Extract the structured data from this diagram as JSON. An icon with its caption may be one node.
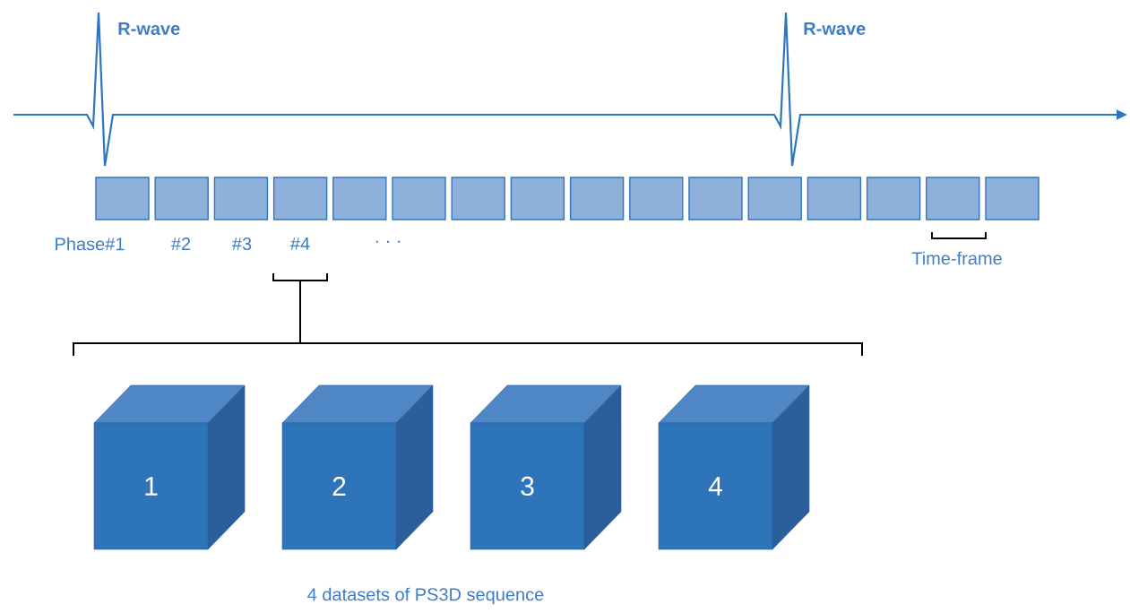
{
  "diagram": {
    "caption": "4 datasets of PS3D sequence",
    "nodes": [
      {
        "text": [],
        "shape": "box"
      },
      {
        "text": [],
        "shape": "box"
      },
      {
        "text": [],
        "shape": "box"
      },
      {
        "text": [],
        "shape": "box"
      },
      {
        "text": [],
        "shape": "box"
      },
      {
        "text": [],
        "shape": "box"
      },
      {
        "text": [],
        "shape": "box"
      },
      {
        "text": [],
        "shape": "box"
      },
      {
        "text": [],
        "shape": "box"
      },
      {
        "text": [],
        "shape": "box"
      },
      {
        "text": [],
        "shape": "box"
      },
      {
        "text": [],
        "shape": "box"
      },
      {
        "text": [],
        "shape": "box"
      },
      {
        "text": [],
        "shape": "box"
      },
      {
        "text": [],
        "shape": "box"
      },
      {
        "text": [],
        "shape": "box"
      },
      {
        "text": [
          "1"
        ]
      },
      {
        "text": [
          "2"
        ]
      },
      {
        "text": [
          "3"
        ]
      },
      {
        "text": [
          "4"
        ]
      }
    ],
    "labels": [
      "R-wave",
      "R-wave",
      "Phase#1",
      "#2",
      "#3",
      "#4",
      "· · ·",
      "Time-frame"
    ]
  }
}
